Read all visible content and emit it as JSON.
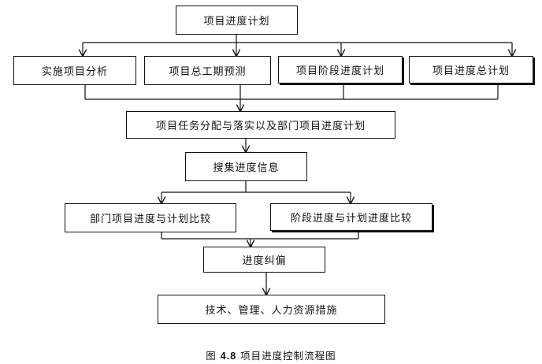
{
  "diagram": {
    "nodes": {
      "plan": "项目进度计划",
      "analysis": "实施项目分析",
      "forecast": "项目总工期预测",
      "phase_plan": "项目阶段进度计划",
      "master_plan": "项目进度总计划",
      "assignment": "项目任务分配与落实以及部门项目进度计划",
      "collect": "搜集进度信息",
      "dept_compare": "部门项目进度与计划比较",
      "phase_compare": "阶段进度与计划进度比较",
      "correction": "进度纠偏",
      "measures": "技术、管理、人力资源措施"
    },
    "caption": {
      "prefix": "图",
      "number": "4.8",
      "text": "项目进度控制流程图"
    }
  }
}
